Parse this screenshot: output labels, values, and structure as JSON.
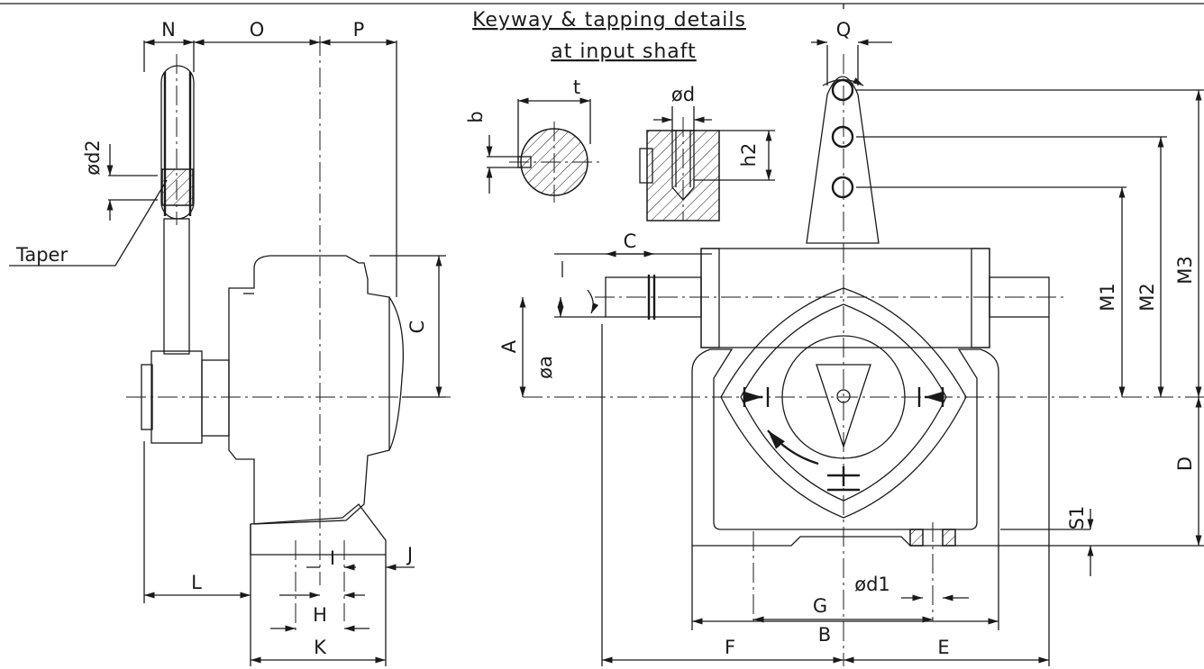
{
  "title": {
    "line1": "Keyway & tapping details",
    "line2": "at input shaft"
  },
  "labels": {
    "N": "N",
    "O": "O",
    "P": "P",
    "Q": "Q",
    "t": "t",
    "b": "b",
    "d": "ød",
    "h2": "h2",
    "d2": "ød2",
    "taper": "Taper",
    "C_side": "C",
    "C_front": "C",
    "A": "A",
    "a": "øa",
    "M1": "M1",
    "M2": "M2",
    "M3": "M3",
    "D": "D",
    "S1": "S1",
    "d1": "ød1",
    "G": "G",
    "B": "B",
    "F": "F",
    "E": "E",
    "L": "L",
    "H": "H",
    "K": "K",
    "I": "I",
    "J": "J"
  }
}
